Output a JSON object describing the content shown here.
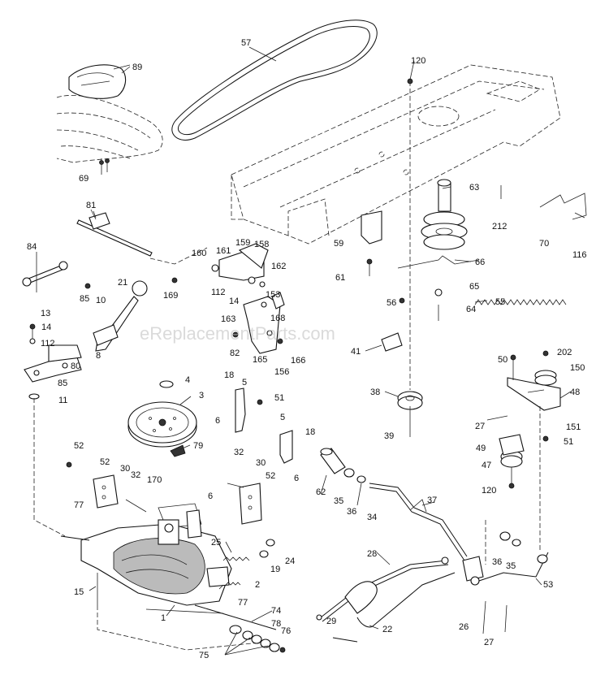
{
  "watermark": "eReplacementParts.com",
  "labels": [
    "57",
    "89",
    "120",
    "69",
    "81",
    "84",
    "21",
    "85",
    "160",
    "161",
    "159",
    "158",
    "162",
    "112",
    "14",
    "153",
    "163",
    "168",
    "10",
    "169",
    "13",
    "14",
    "112",
    "80",
    "85",
    "11",
    "8",
    "82",
    "165",
    "156",
    "166",
    "63",
    "212",
    "70",
    "116",
    "59",
    "66",
    "61",
    "56",
    "65",
    "64",
    "55",
    "41",
    "38",
    "39",
    "4",
    "3",
    "79",
    "18",
    "5",
    "6",
    "51",
    "5",
    "18",
    "6",
    "52",
    "52",
    "30",
    "32",
    "170",
    "6",
    "32",
    "30",
    "52",
    "77",
    "25",
    "24",
    "19",
    "2",
    "15",
    "1",
    "77",
    "74",
    "75",
    "78",
    "76",
    "62",
    "35",
    "36",
    "34",
    "37",
    "28",
    "29",
    "22",
    "26",
    "27",
    "36",
    "35",
    "53",
    "50",
    "202",
    "150",
    "48",
    "27",
    "151",
    "49",
    "51",
    "47",
    "120"
  ]
}
